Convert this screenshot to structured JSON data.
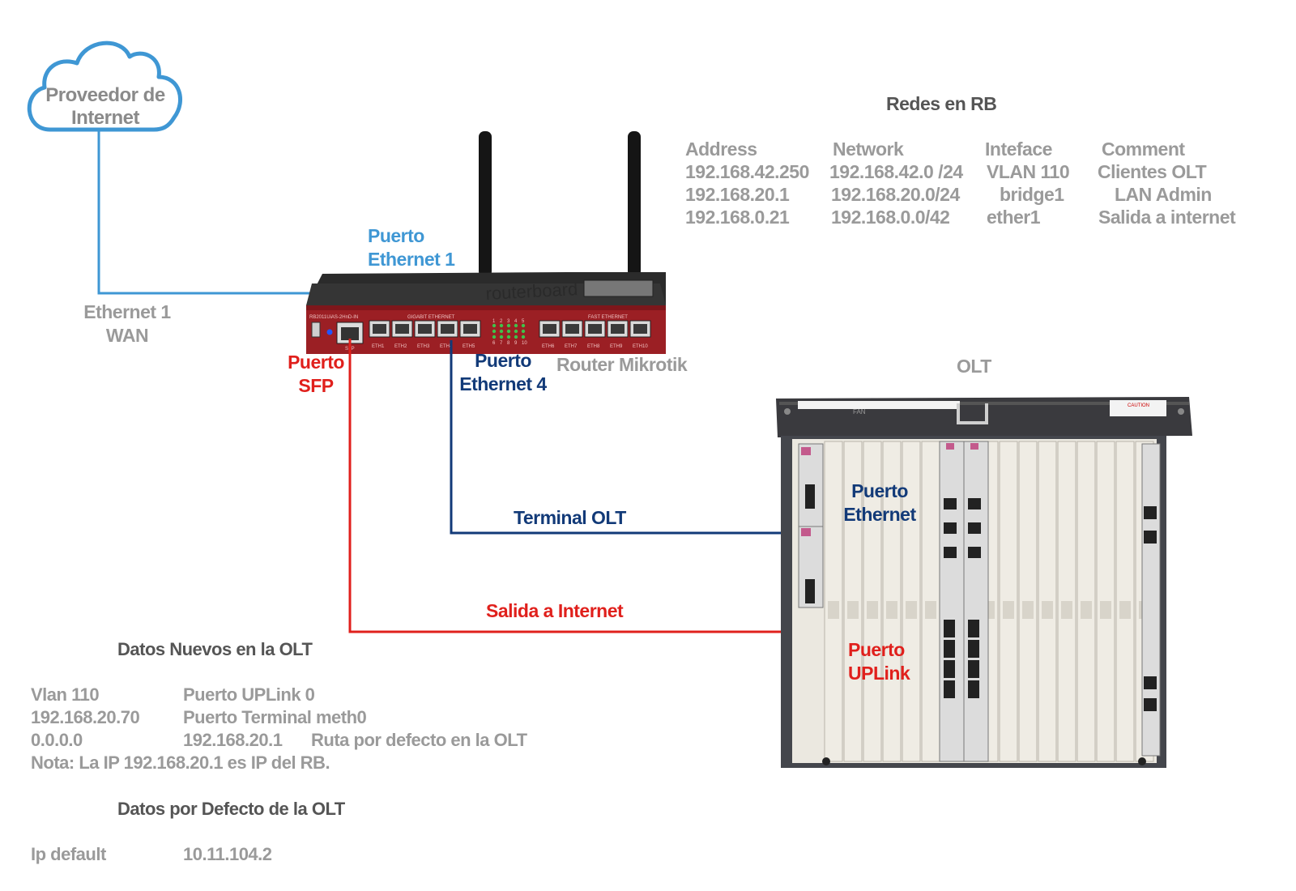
{
  "cloud": {
    "label_line1": "Proveedor de",
    "label_line2": "Internet"
  },
  "router": {
    "name": "Router Mikrotik",
    "brand_text": "routerboard",
    "model_text": "RB2011UiAS-2HnD-IN",
    "gigabit_label": "GIGABIT ETHERNET",
    "fast_label": "FAST ETHERNET",
    "ports": [
      "ETH1",
      "ETH2",
      "ETH3",
      "ETH4",
      "ETH5",
      "ETH6",
      "ETH7",
      "ETH8",
      "ETH9",
      "ETH10"
    ],
    "sfp_label": "SFP",
    "led_numbers_top": [
      "1",
      "2",
      "3",
      "4",
      "5"
    ],
    "led_numbers_bottom": [
      "6",
      "7",
      "8",
      "9",
      "10"
    ]
  },
  "labels": {
    "eth1_port_line1": "Puerto",
    "eth1_port_line2": "Ethernet 1",
    "wan_line1": "Ethernet 1",
    "wan_line2": "WAN",
    "sfp_line1": "Puerto",
    "sfp_line2": "SFP",
    "eth4_line1": "Puerto",
    "eth4_line2": "Ethernet 4",
    "olt_title": "OLT",
    "terminal_olt": "Terminal OLT",
    "salida_internet": "Salida a Internet",
    "olt_eth_line1": "Puerto",
    "olt_eth_line2": "Ethernet",
    "olt_uplink_line1": "Puerto",
    "olt_uplink_line2": "UPLink"
  },
  "olt": {
    "fan_label": "FAN",
    "caution_label": "CAUTION"
  },
  "rb_table": {
    "title": "Redes en RB",
    "headers": [
      "Address",
      "Network",
      "Inteface",
      "Comment"
    ],
    "rows": [
      [
        "192.168.42.250",
        "192.168.42.0 /24",
        "VLAN 110",
        "Clientes OLT"
      ],
      [
        "192.168.20.1",
        "192.168.20.0/24",
        "bridge1",
        "LAN Admin"
      ],
      [
        "192.168.0.21",
        "192.168.0.0/42",
        "ether1",
        "Salida a internet"
      ]
    ]
  },
  "olt_new": {
    "title": "Datos Nuevos en  la OLT",
    "r1c1": "Vlan 110",
    "r1c2": "Puerto UPLink 0",
    "r2c1": "192.168.20.70",
    "r2c2": "Puerto Terminal meth0",
    "r3c1": "0.0.0.0",
    "r3c2": "192.168.20.1",
    "r3c3": "Ruta  por defecto en la OLT",
    "note": "Nota: La IP 192.168.20.1 es IP del RB."
  },
  "olt_default": {
    "title": "Datos por Defecto de la OLT",
    "c1": "Ip default",
    "c2": "10.11.104.2"
  },
  "colors": {
    "wan_line": "#3f97d4",
    "terminal_line": "#123a78",
    "uplink_line": "#e0201c",
    "router_body": "#9b1f24",
    "label_gray": "#9a9a9a"
  }
}
